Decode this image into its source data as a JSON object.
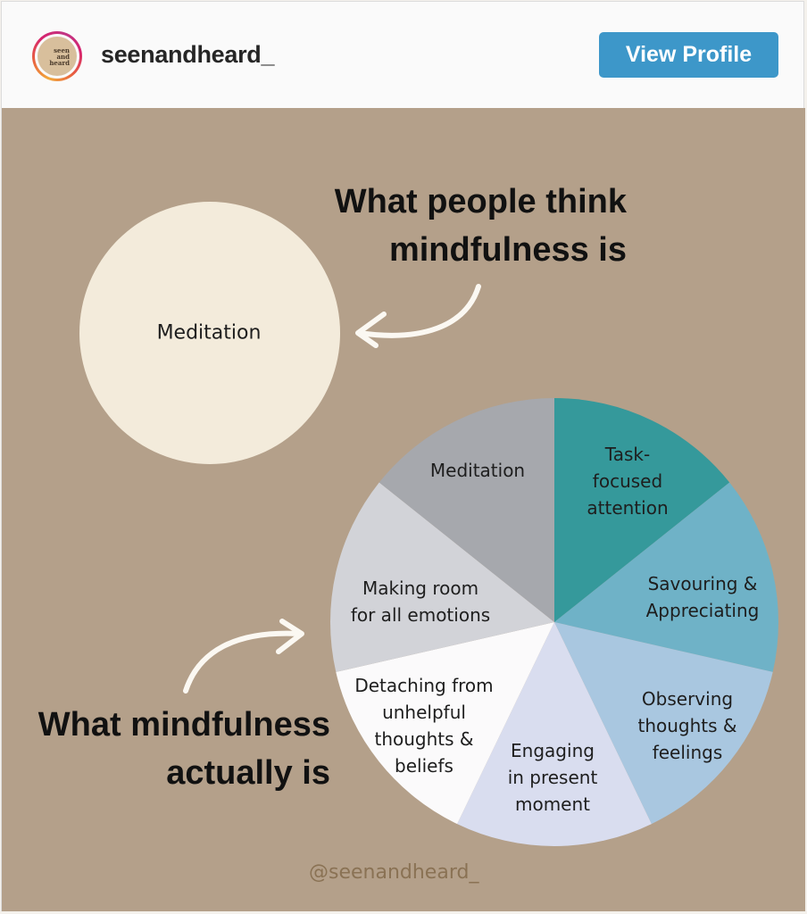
{
  "header": {
    "avatar_text": [
      "seen",
      "and",
      "heard"
    ],
    "username": "seenandheard_",
    "view_profile_label": "View Profile"
  },
  "post": {
    "background": "#b4a08a",
    "top_headline": [
      "What people think",
      "mindfulness is"
    ],
    "think_circle_label": "Meditation",
    "think_circle_color": "#f3ebdb",
    "bottom_headline": [
      "What mindfulness",
      "actually is"
    ],
    "watermark": "@seenandheard_"
  },
  "chart_data": {
    "type": "pie",
    "title": "What mindfulness actually is",
    "categories": [
      "Task-focused attention",
      "Savouring & Appreciating",
      "Observing thoughts & feelings",
      "Engaging in present moment",
      "Detaching from unhelpful thoughts & beliefs",
      "Making room for all emotions",
      "Meditation"
    ],
    "values": [
      1,
      1,
      1,
      1,
      1,
      1,
      1
    ],
    "colors": [
      "#35999b",
      "#6fb2c7",
      "#a9c7e0",
      "#d9ddef",
      "#fbfafb",
      "#d2d3d8",
      "#a6a8ad"
    ],
    "start_angle": "top (12 o'clock), clockwise",
    "legend": "none (labels inside slices)",
    "labels": [
      [
        "Task-",
        "focused",
        "attention"
      ],
      [
        "Savouring &",
        "Appreciating"
      ],
      [
        "Observing",
        "thoughts &",
        "feelings"
      ],
      [
        "Engaging",
        "in present",
        "moment"
      ],
      [
        "Detaching from",
        "unhelpful",
        "thoughts &",
        "beliefs"
      ],
      [
        "Making room",
        "for all emotions"
      ],
      [
        "Meditation"
      ]
    ]
  }
}
